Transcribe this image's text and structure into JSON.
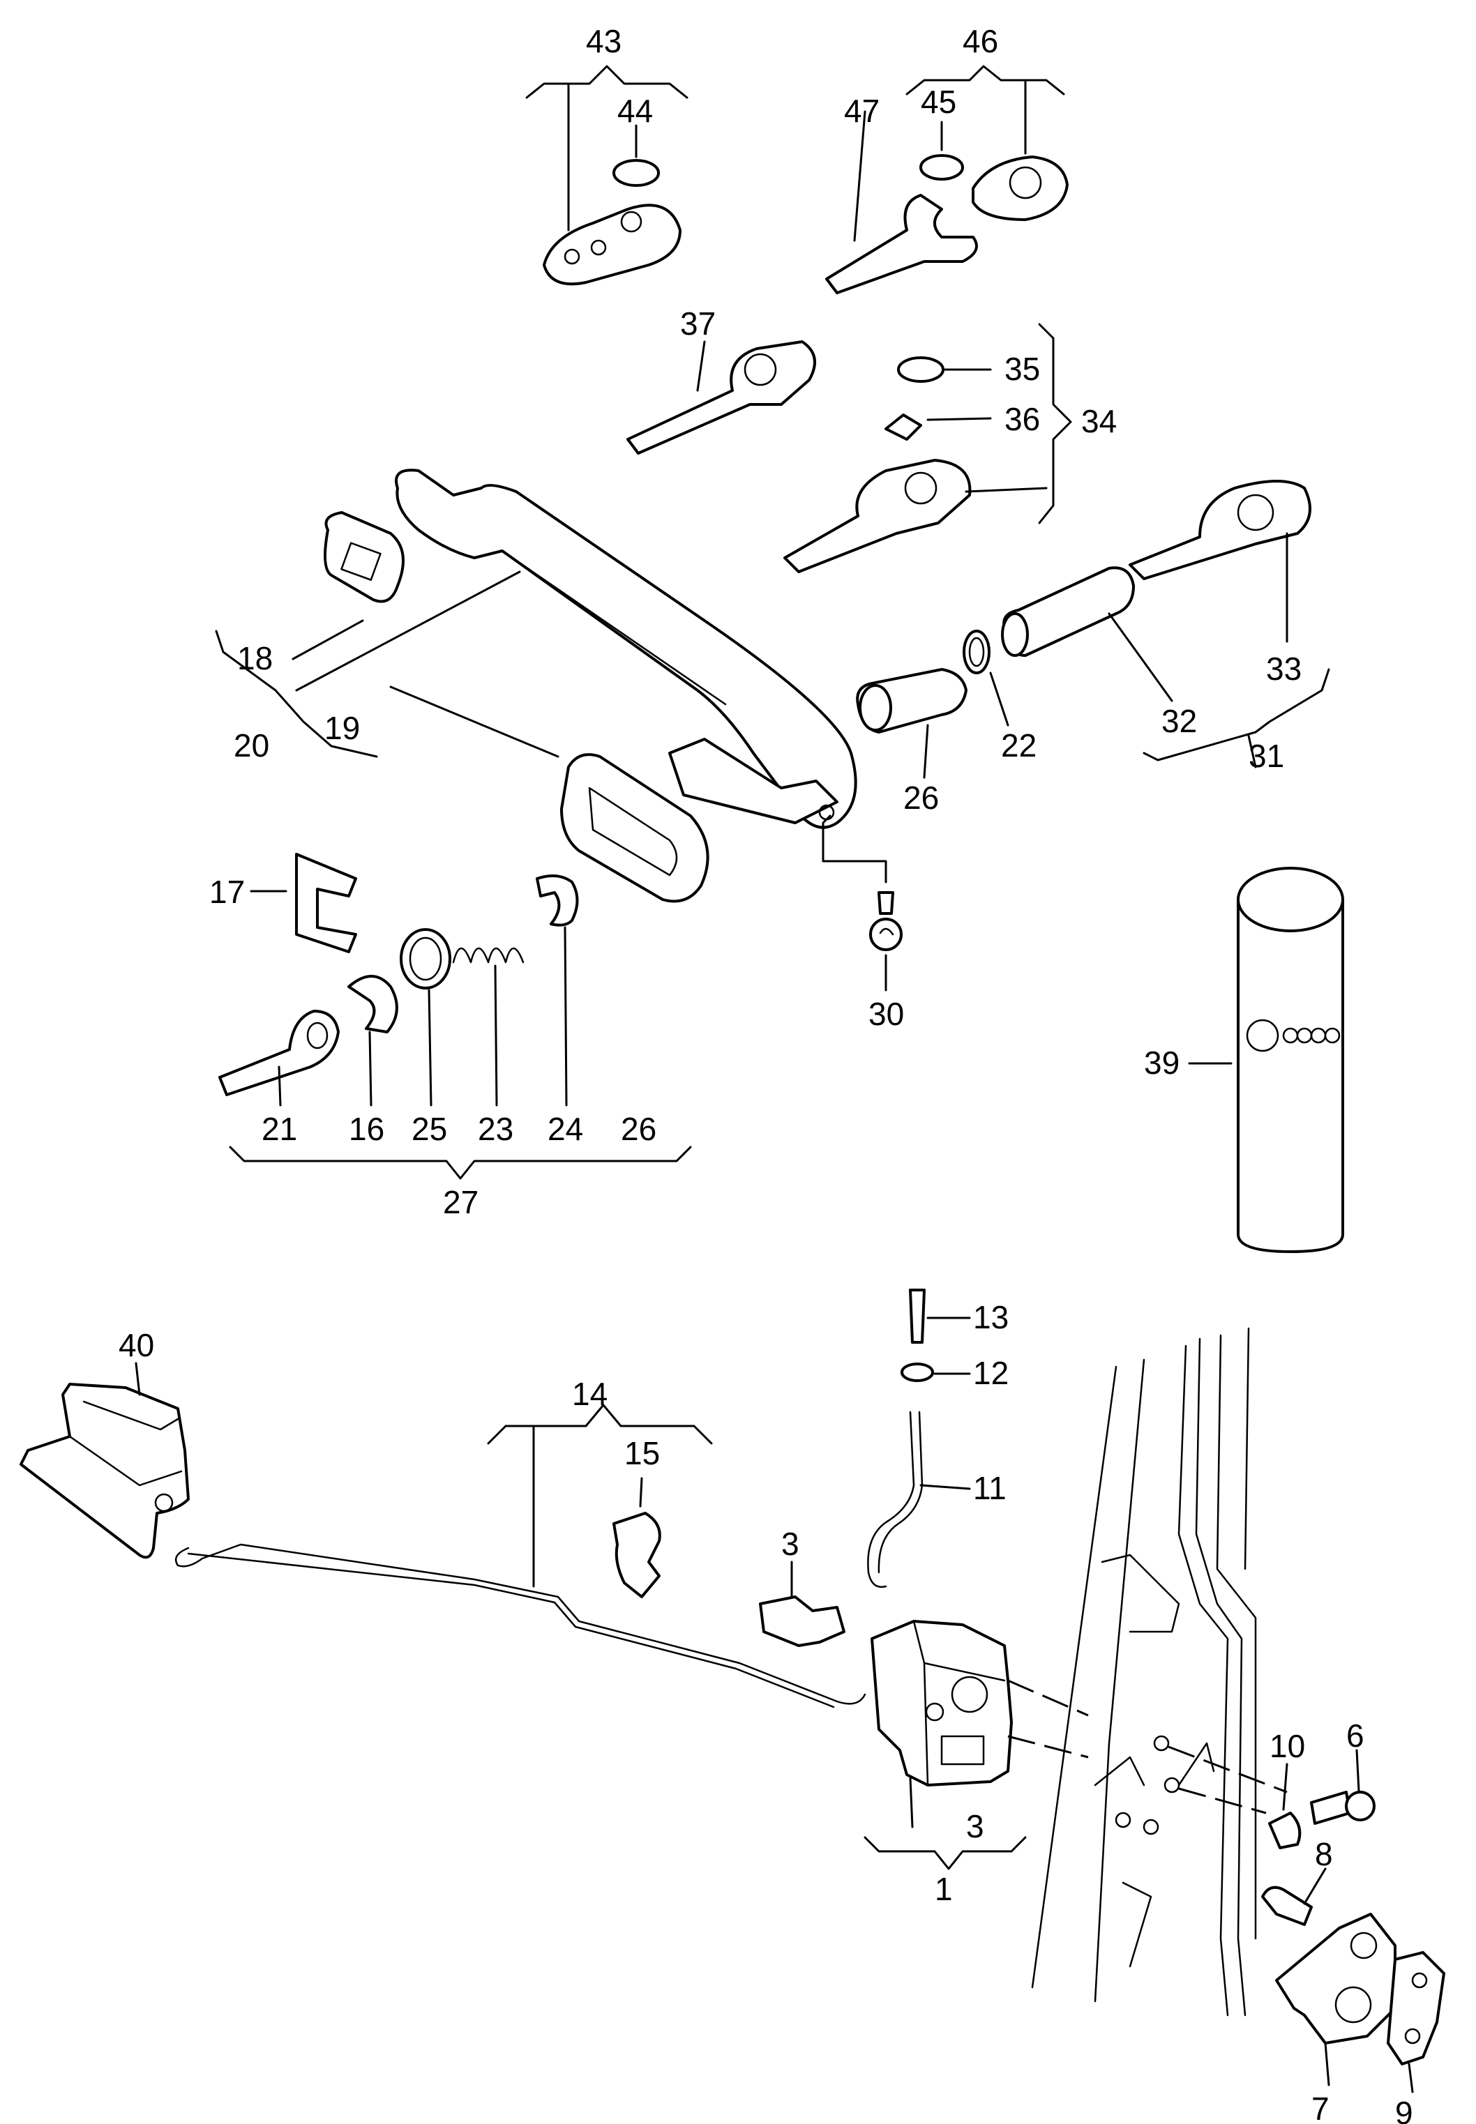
{
  "callouts": {
    "c43": "43",
    "c44": "44",
    "c46": "46",
    "c45": "45",
    "c47": "47",
    "c37": "37",
    "c35": "35",
    "c36": "36",
    "c34": "34",
    "c18": "18",
    "c20": "20",
    "c19": "19",
    "c26a": "26",
    "c22": "22",
    "c32": "32",
    "c33": "33",
    "c31": "31",
    "c17": "17",
    "c30": "30",
    "c39": "39",
    "c21": "21",
    "c16": "16",
    "c25": "25",
    "c23": "23",
    "c24": "24",
    "c26b": "26",
    "c27": "27",
    "c40": "40",
    "c14": "14",
    "c15": "15",
    "c3a": "3",
    "c13": "13",
    "c12": "12",
    "c11": "11",
    "c10": "10",
    "c6": "6",
    "c3b": "3",
    "c1": "1",
    "c8": "8",
    "c7": "7",
    "c9": "9"
  }
}
